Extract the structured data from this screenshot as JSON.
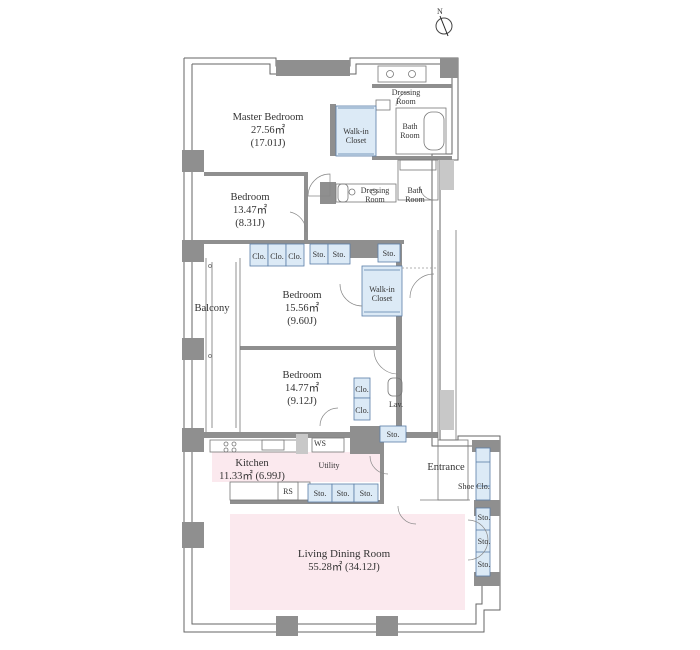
{
  "compass": {
    "label": "N"
  },
  "rooms": {
    "master_bedroom": {
      "name": "Master Bedroom",
      "area": "27.56㎡",
      "jo": "(17.01J)"
    },
    "bedroom1": {
      "name": "Bedroom",
      "area": "13.47㎡",
      "jo": "(8.31J)"
    },
    "bedroom2": {
      "name": "Bedroom",
      "area": "15.56㎡",
      "jo": "(9.60J)"
    },
    "bedroom3": {
      "name": "Bedroom",
      "area": "14.77㎡",
      "jo": "(9.12J)"
    },
    "kitchen": {
      "name": "Kitchen",
      "area": "11.33㎡ (6.99J)"
    },
    "living": {
      "name": "Living Dining Room",
      "area": "55.28㎡ (34.12J)"
    },
    "balcony": "Balcony",
    "entrance": "Entrance",
    "utility": "Utility",
    "lav": "Lav.",
    "ws": "WS",
    "rs": "RS"
  },
  "dressing_top": [
    "Dressing",
    "Room"
  ],
  "dressing_mid": [
    "Dressing",
    "Room"
  ],
  "bath_top": [
    "Bath",
    "Room"
  ],
  "bath_mid": [
    "Bath",
    "Room"
  ],
  "walkin_top": [
    "Walk-in",
    "Closet"
  ],
  "walkin_mid": [
    "Walk-in",
    "Closet"
  ],
  "storage": {
    "clo": "Clo.",
    "sto": "Sto.",
    "shoe": "Shoe",
    "shoe_clo": "Clo."
  },
  "colors": {
    "living_fill": "#fbe9ee",
    "kitchen_fill": "#fbe9ee",
    "closet_fill": "#dceaf6",
    "wall": "#8f8f8f"
  }
}
